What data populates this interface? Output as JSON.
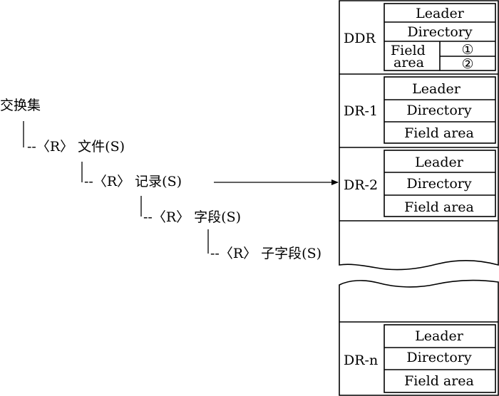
{
  "tree": {
    "root": "交换集",
    "level1": "--〈R〉 文件(S)",
    "level2": "--〈R〉 记录(S)",
    "level3": "--〈R〉 字段(S)",
    "level4": "--〈R〉 子字段(S)"
  },
  "records": {
    "ddr": {
      "label": "DDR",
      "leader": "Leader",
      "directory": "Directory",
      "field_line1": "Field",
      "field_line2": "area",
      "mark1": "①",
      "mark2": "②"
    },
    "dr1": {
      "label": "DR-1",
      "leader": "Leader",
      "directory": "Directory",
      "field": "Field area"
    },
    "dr2": {
      "label": "DR-2",
      "leader": "Leader",
      "directory": "Directory",
      "field": "Field area"
    },
    "drn": {
      "label": "DR-n",
      "leader": "Leader",
      "directory": "Directory",
      "field": "Field area"
    }
  }
}
